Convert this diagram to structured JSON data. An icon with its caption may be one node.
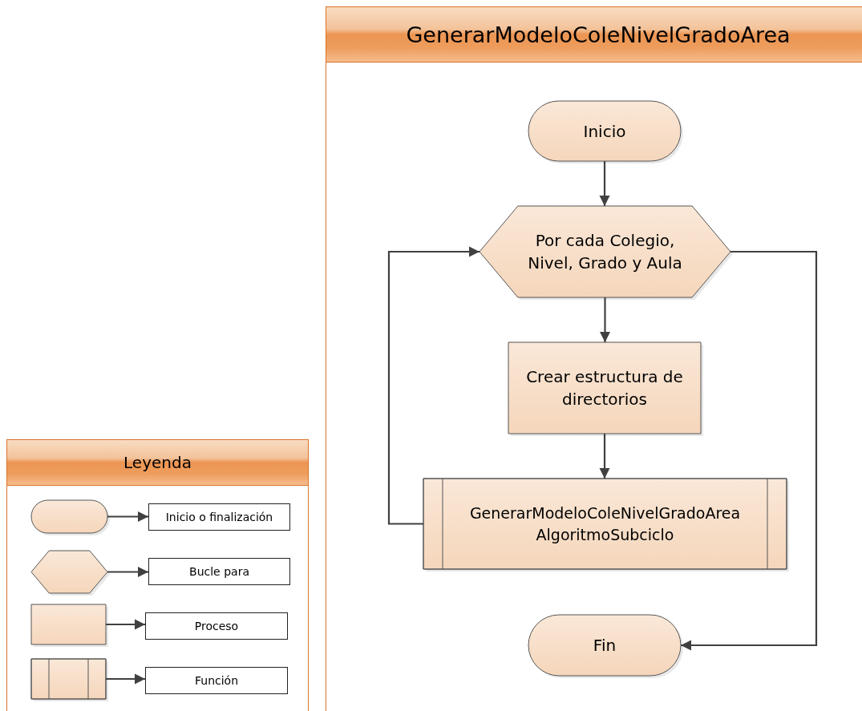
{
  "diagram": {
    "nodes": [
      {
        "text": [
          "GenerarModeloColeNivelGradoArea"
        ]
      },
      {
        "text": [
          "Inicio"
        ],
        "in": 0
      },
      {
        "text": [
          "Por cada Colegio, Nivel, Grado y Aula"
        ],
        "in": 0
      },
      {
        "text": [
          "Crear estructura de directorios"
        ],
        "in": 0
      },
      {
        "text": [
          "GenerarModeloColeNivelGradoArea AlgoritmoSubciclo"
        ],
        "in": 0
      },
      {
        "text": [
          "Fin"
        ],
        "in": 0
      },
      {
        "text": [
          "Leyenda"
        ]
      },
      {
        "text": [],
        "shape": "pill",
        "in": 6
      },
      {
        "text": [
          "Inicio o finalización"
        ],
        "in": 6
      },
      {
        "text": [],
        "shape": "hexagon",
        "in": 6
      },
      {
        "text": [
          "Bucle para"
        ],
        "in": 6
      },
      {
        "text": [],
        "shape": "box",
        "in": 6
      },
      {
        "text": [
          "Proceso"
        ],
        "in": 6
      },
      {
        "text": [],
        "shape": "subroutine",
        "in": 6
      },
      {
        "text": [
          "Función"
        ],
        "in": 6
      }
    ],
    "edges": [
      {
        "from": 1,
        "to": 2,
        "arrow": "to"
      },
      {
        "from": 2,
        "to": 3,
        "arrow": "to"
      },
      {
        "from": 3,
        "to": 4,
        "arrow": "to"
      },
      {
        "from": 4,
        "to": 2,
        "arrow": "to"
      },
      {
        "from": 2,
        "to": 5,
        "arrow": "to"
      },
      {
        "from": 7,
        "to": 8,
        "arrow": "to"
      },
      {
        "from": 9,
        "to": 10,
        "arrow": "to"
      },
      {
        "from": 11,
        "to": 12,
        "arrow": "to"
      },
      {
        "from": 13,
        "to": 14,
        "arrow": "to"
      }
    ]
  }
}
